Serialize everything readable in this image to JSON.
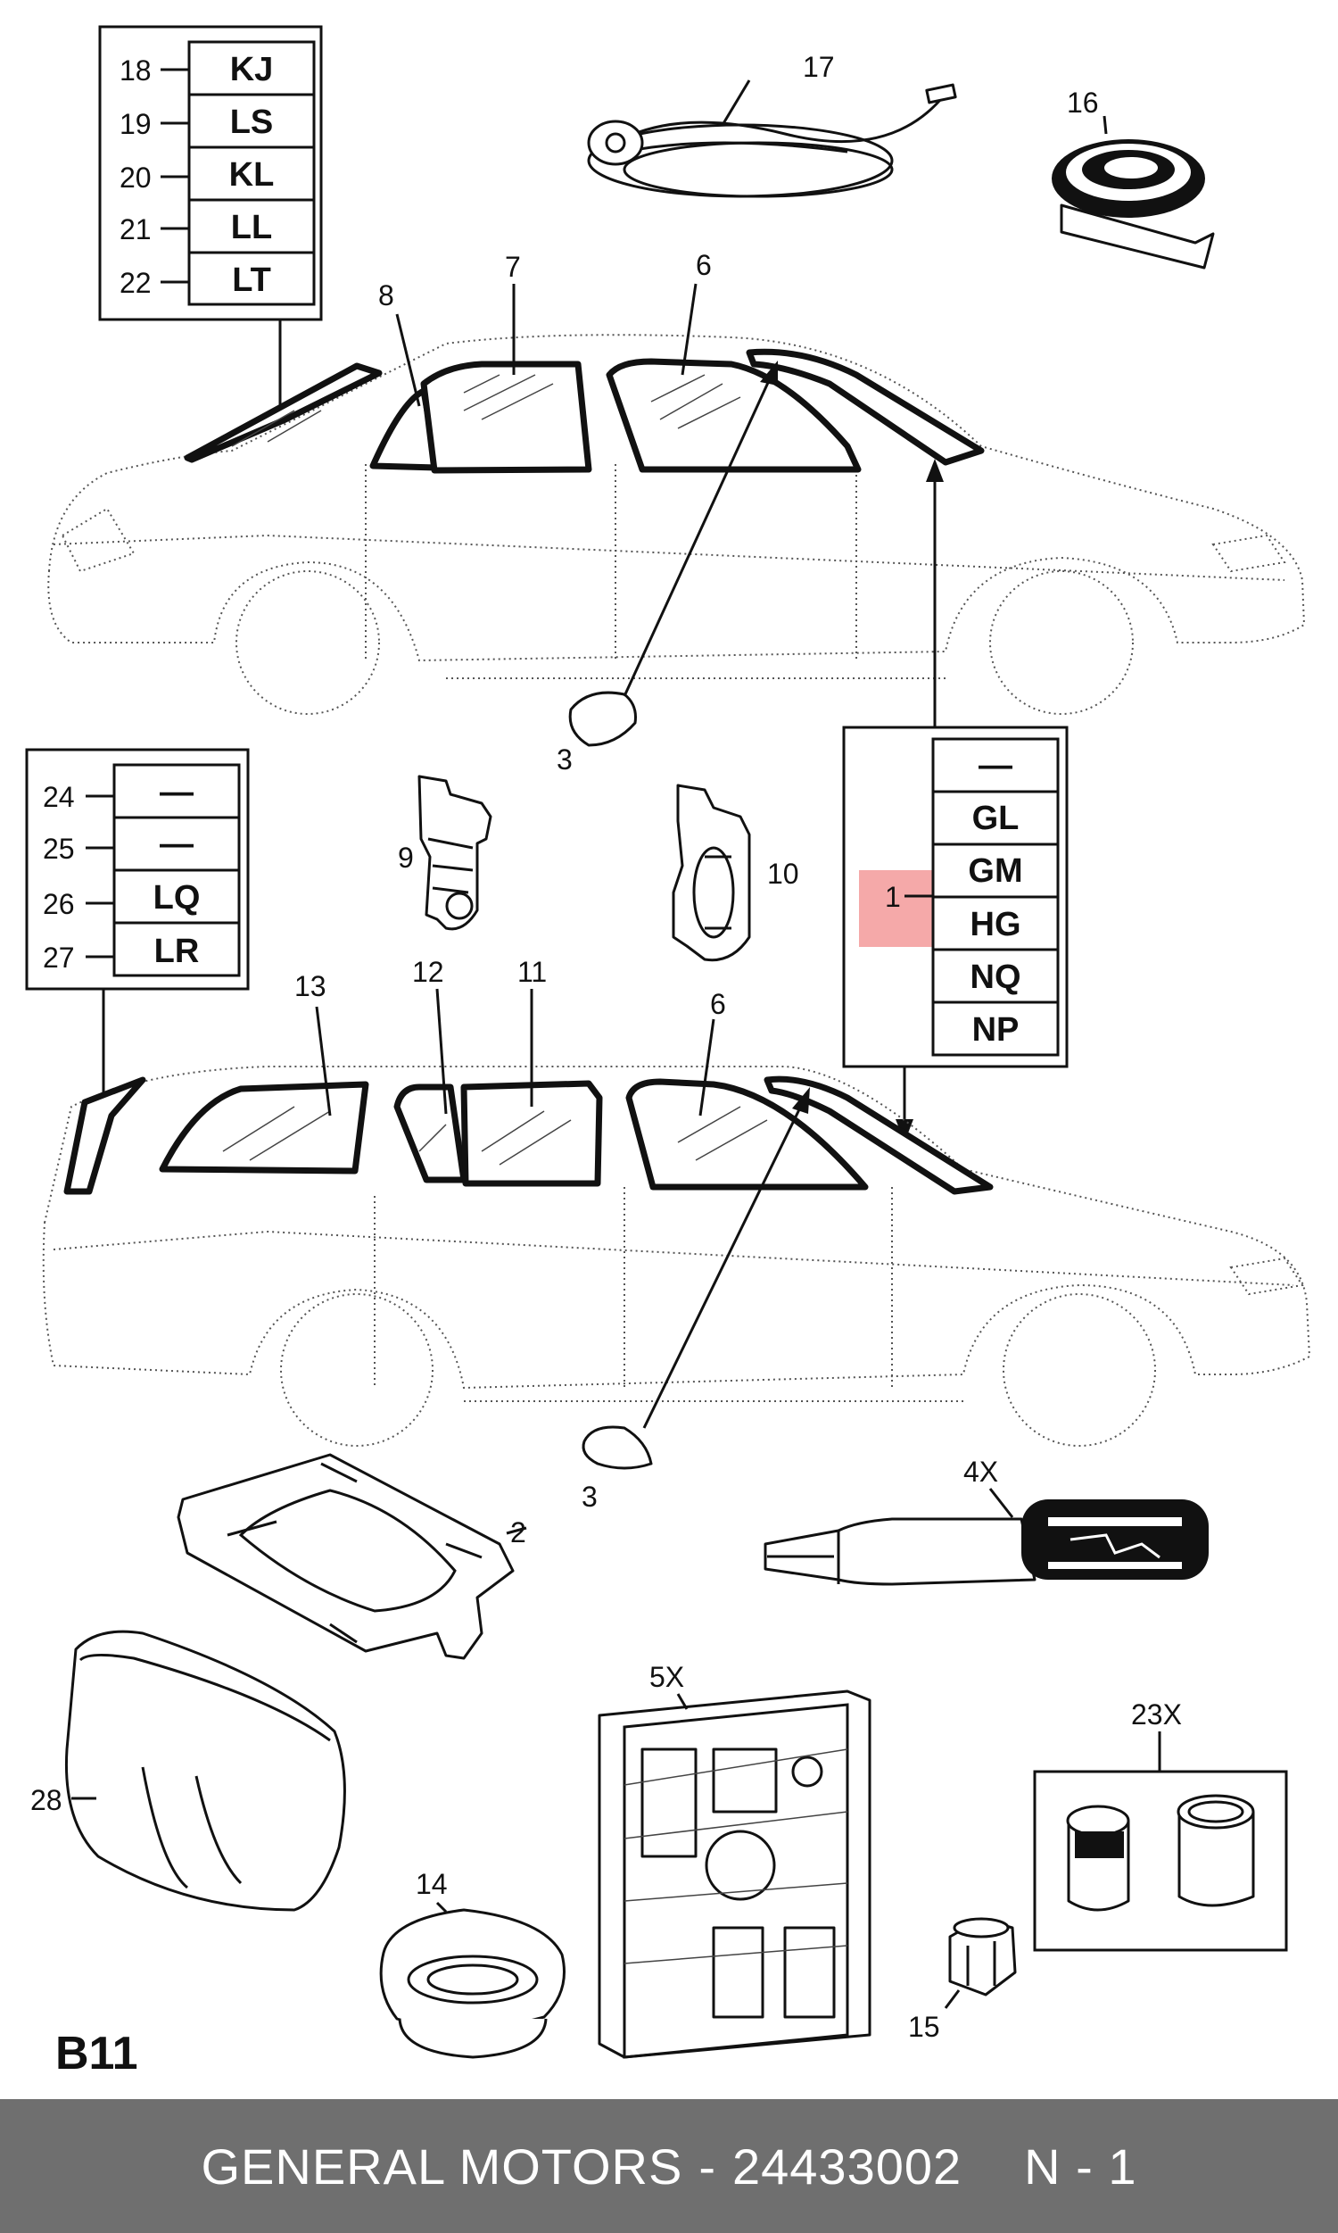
{
  "diagram": {
    "page_code": "B11",
    "legend_top_left": [
      {
        "num": "18",
        "code": "KJ"
      },
      {
        "num": "19",
        "code": "LS"
      },
      {
        "num": "20",
        "code": "KL"
      },
      {
        "num": "21",
        "code": "LL"
      },
      {
        "num": "22",
        "code": "LT"
      }
    ],
    "legend_mid_left": [
      {
        "num": "24",
        "code": "—"
      },
      {
        "num": "25",
        "code": "—"
      },
      {
        "num": "26",
        "code": "LQ"
      },
      {
        "num": "27",
        "code": "LR"
      }
    ],
    "legend_right": {
      "num": "1",
      "codes": [
        "—",
        "GL",
        "GM",
        "HG",
        "NQ",
        "NP"
      ]
    },
    "callouts": {
      "p2": "2",
      "p3a": "3",
      "p3b": "3",
      "p4": "4X",
      "p5": "5X",
      "p6a": "6",
      "p6b": "6",
      "p7": "7",
      "p8": "8",
      "p9": "9",
      "p10": "10",
      "p11": "11",
      "p12": "12",
      "p13": "13",
      "p14": "14",
      "p15": "15",
      "p16": "16",
      "p17": "17",
      "p23": "23X",
      "p28": "28"
    },
    "highlight_color": "#f4a0a0"
  },
  "footer": {
    "brand": "GENERAL MOTORS",
    "separator": "-",
    "part_number": "24433002",
    "page": "N - 1"
  }
}
